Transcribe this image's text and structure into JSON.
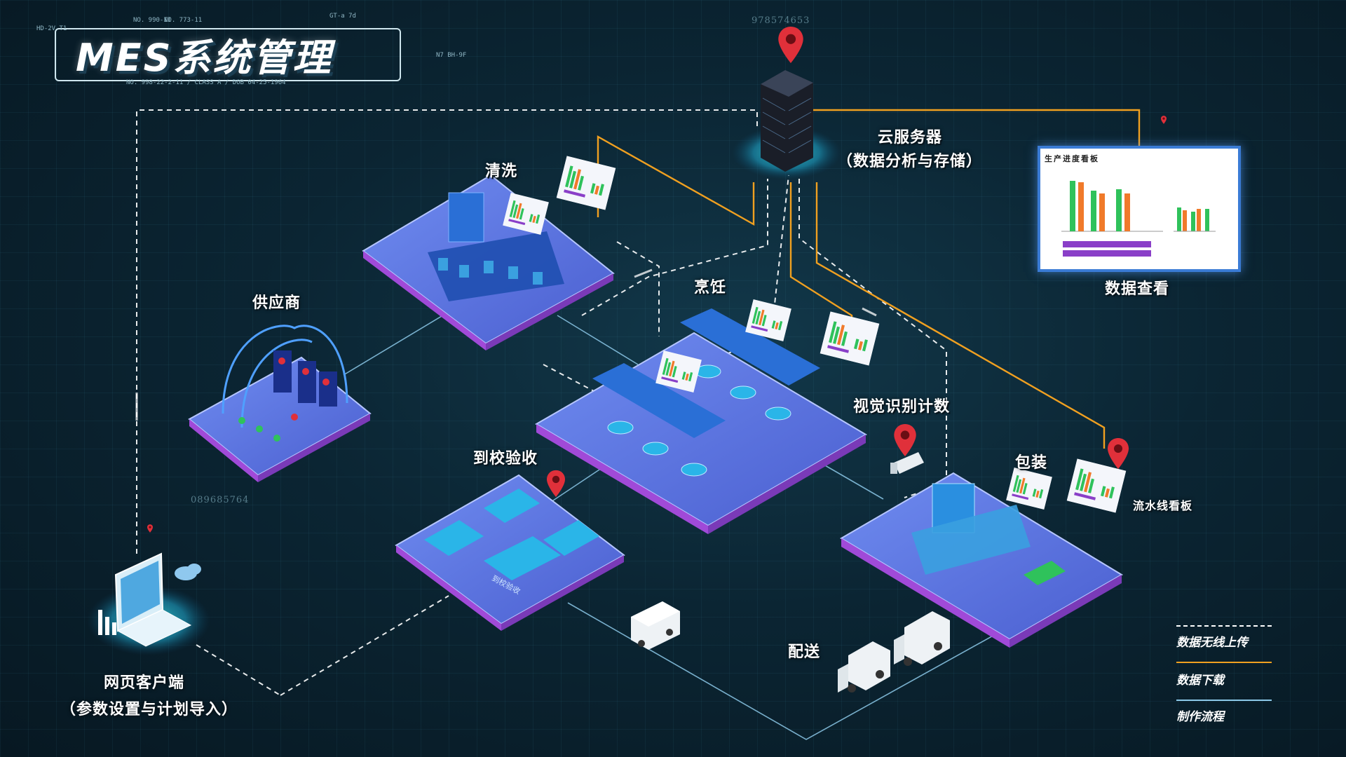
{
  "title": "MES系统管理",
  "decor": {
    "tl_1": "HD-2V T1",
    "tl_2": "NO. 990-II",
    "tl_3": "NO. 773-11",
    "tl_4": "GT-a 7d",
    "tl_5": "N7 BH-9F",
    "tl_6": "NO. 998-22-2-11 / CLASS A / DOB 04-25-1964",
    "serial_top": "978574653",
    "serial_left": "089685764"
  },
  "nodes": {
    "cloud": {
      "line1": "云服务器",
      "line2": "（数据分析与存储）"
    },
    "data_view": "数据查看",
    "dashboard_title": "生产进度看板",
    "clean": "清洗",
    "supplier": "供应商",
    "cook": "烹饪",
    "vision": "视觉识别计数",
    "receive": "到校验收",
    "receive_desk": "到校验收",
    "pack": "包装",
    "board": "流水线看板",
    "delivery": "配送",
    "client": {
      "line1": "网页客户端",
      "line2": "（参数设置与计划导入）"
    }
  },
  "legend": [
    {
      "label": "数据无线上传",
      "style": "dashed",
      "color": "#ffffff"
    },
    {
      "label": "数据下载",
      "style": "solid",
      "color": "#f0a020"
    },
    {
      "label": "制作流程",
      "style": "solid",
      "color": "#8cc8e8"
    }
  ],
  "colors": {
    "upload": "#ffffff",
    "download": "#f0a020",
    "flow": "#8cc8e8",
    "platform_top": "#5d77e6",
    "platform_edge": "#a04ad8",
    "pin": "#e0303a",
    "bar_green": "#2fc25b",
    "bar_orange": "#f07a2a",
    "bar_purple": "#8a3fc8"
  },
  "icons": [
    "map-pin-icon",
    "server-rack-icon",
    "laptop-icon",
    "cloud-icon",
    "truck-icon"
  ]
}
